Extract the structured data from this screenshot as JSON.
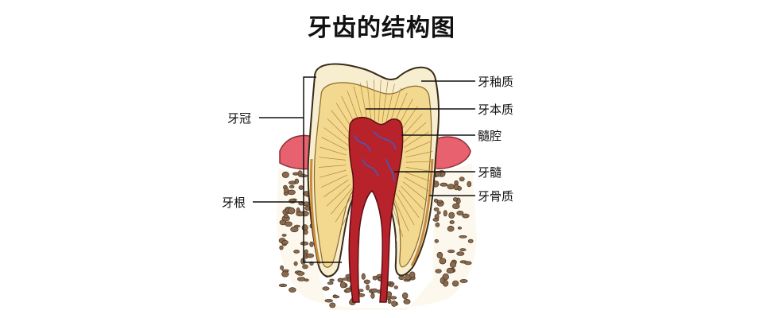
{
  "title": "牙齿的结构图",
  "labels": {
    "enamel": "牙釉质",
    "dentin": "牙本质",
    "pulp_cavity": "髓腔",
    "pulp": "牙髓",
    "cementum": "牙骨质",
    "crown": "牙冠",
    "root": "牙根"
  },
  "colors": {
    "enamel": "#f6eecf",
    "dentin": "#f3d88f",
    "pulp": "#b8222a",
    "gum": "#e8616e",
    "bone_particle": "#8a6a4e",
    "vessel_blue": "#3a5fc7",
    "leader_line": "#111111"
  }
}
